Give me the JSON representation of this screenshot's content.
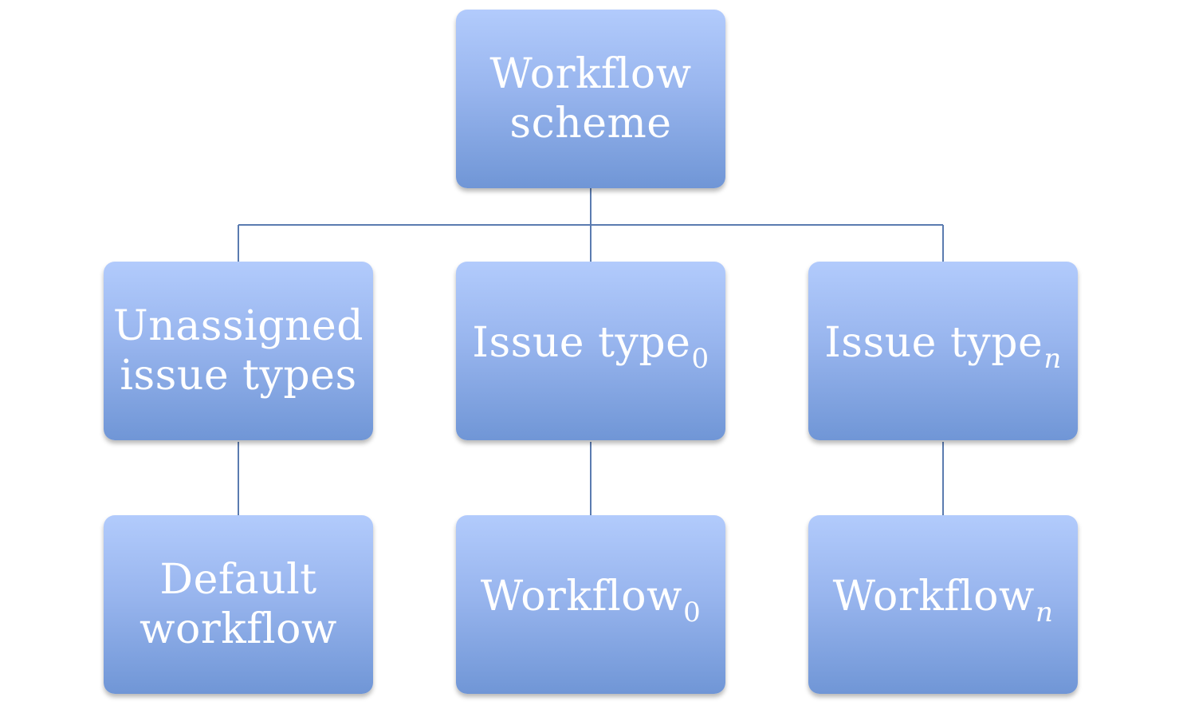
{
  "diagram": {
    "root": {
      "line1": "Workflow",
      "line2": "scheme"
    },
    "level1": [
      {
        "line1": "Unassigned",
        "line2": "issue types"
      },
      {
        "text": "Issue type",
        "subscript": "0"
      },
      {
        "text": "Issue type",
        "subscript": "n"
      }
    ],
    "level2": [
      {
        "line1": "Default",
        "line2": "workflow"
      },
      {
        "text": "Workflow",
        "subscript": "0"
      },
      {
        "text": "Workflow",
        "subscript": "n"
      }
    ],
    "colors": {
      "box_top": "#b2cbfc",
      "box_bottom": "#7096d6",
      "connector": "#5a7bb0",
      "text": "#ffffff"
    }
  }
}
